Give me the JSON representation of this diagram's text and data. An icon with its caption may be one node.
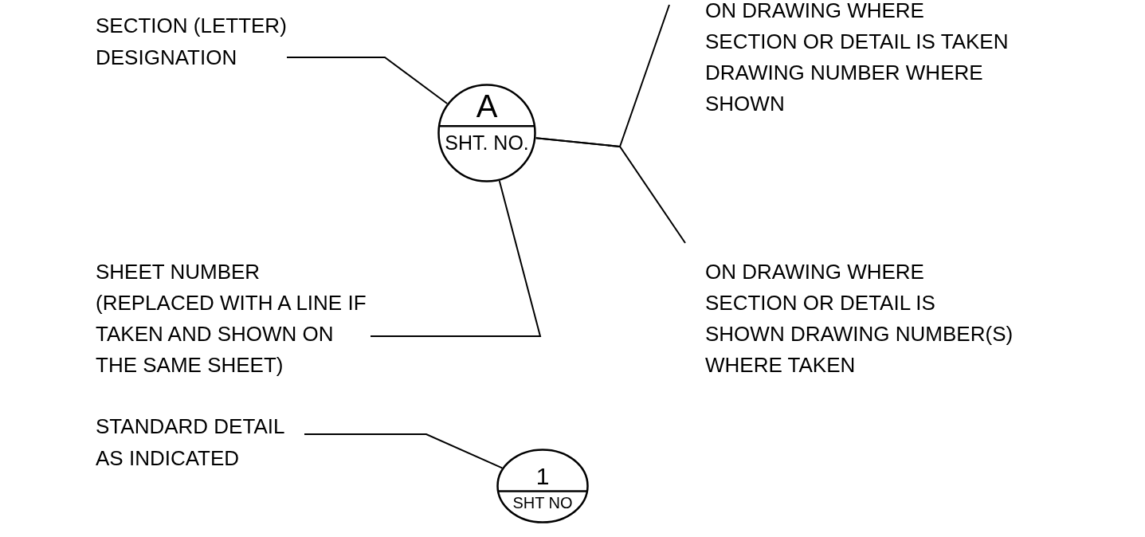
{
  "diagram": {
    "nodes": [
      {
        "text": [
          "SECTION (LETTER) DESIGNATION"
        ]
      },
      {
        "text": [
          "A",
          "SHT. NO."
        ]
      },
      {
        "text": [
          "ON DRAWING WHERE SECTION OR DETAIL IS TAKEN DRAWING NUMBER WHERE SHOWN"
        ]
      },
      {
        "text": [
          "ON DRAWING WHERE SECTION OR DETAIL IS SHOWN DRAWING NUMBER(S) WHERE TAKEN"
        ]
      },
      {
        "text": [
          "SHEET NUMBER (REPLACED WITH A LINE IF TAKEN AND SHOWN ON THE SAME SHEET)"
        ]
      },
      {
        "text": [
          "STANDARD DETAIL AS INDICATED"
        ]
      },
      {
        "text": [
          "1",
          "SHT NO"
        ]
      }
    ],
    "edges": [
      {
        "from": 0,
        "to": 1,
        "arrow": "none"
      },
      {
        "from": 1,
        "to": 2,
        "arrow": "none"
      },
      {
        "from": 1,
        "to": 3,
        "arrow": "none"
      },
      {
        "from": 4,
        "to": 1,
        "arrow": "none"
      },
      {
        "from": 5,
        "to": 6,
        "arrow": "none"
      }
    ]
  }
}
